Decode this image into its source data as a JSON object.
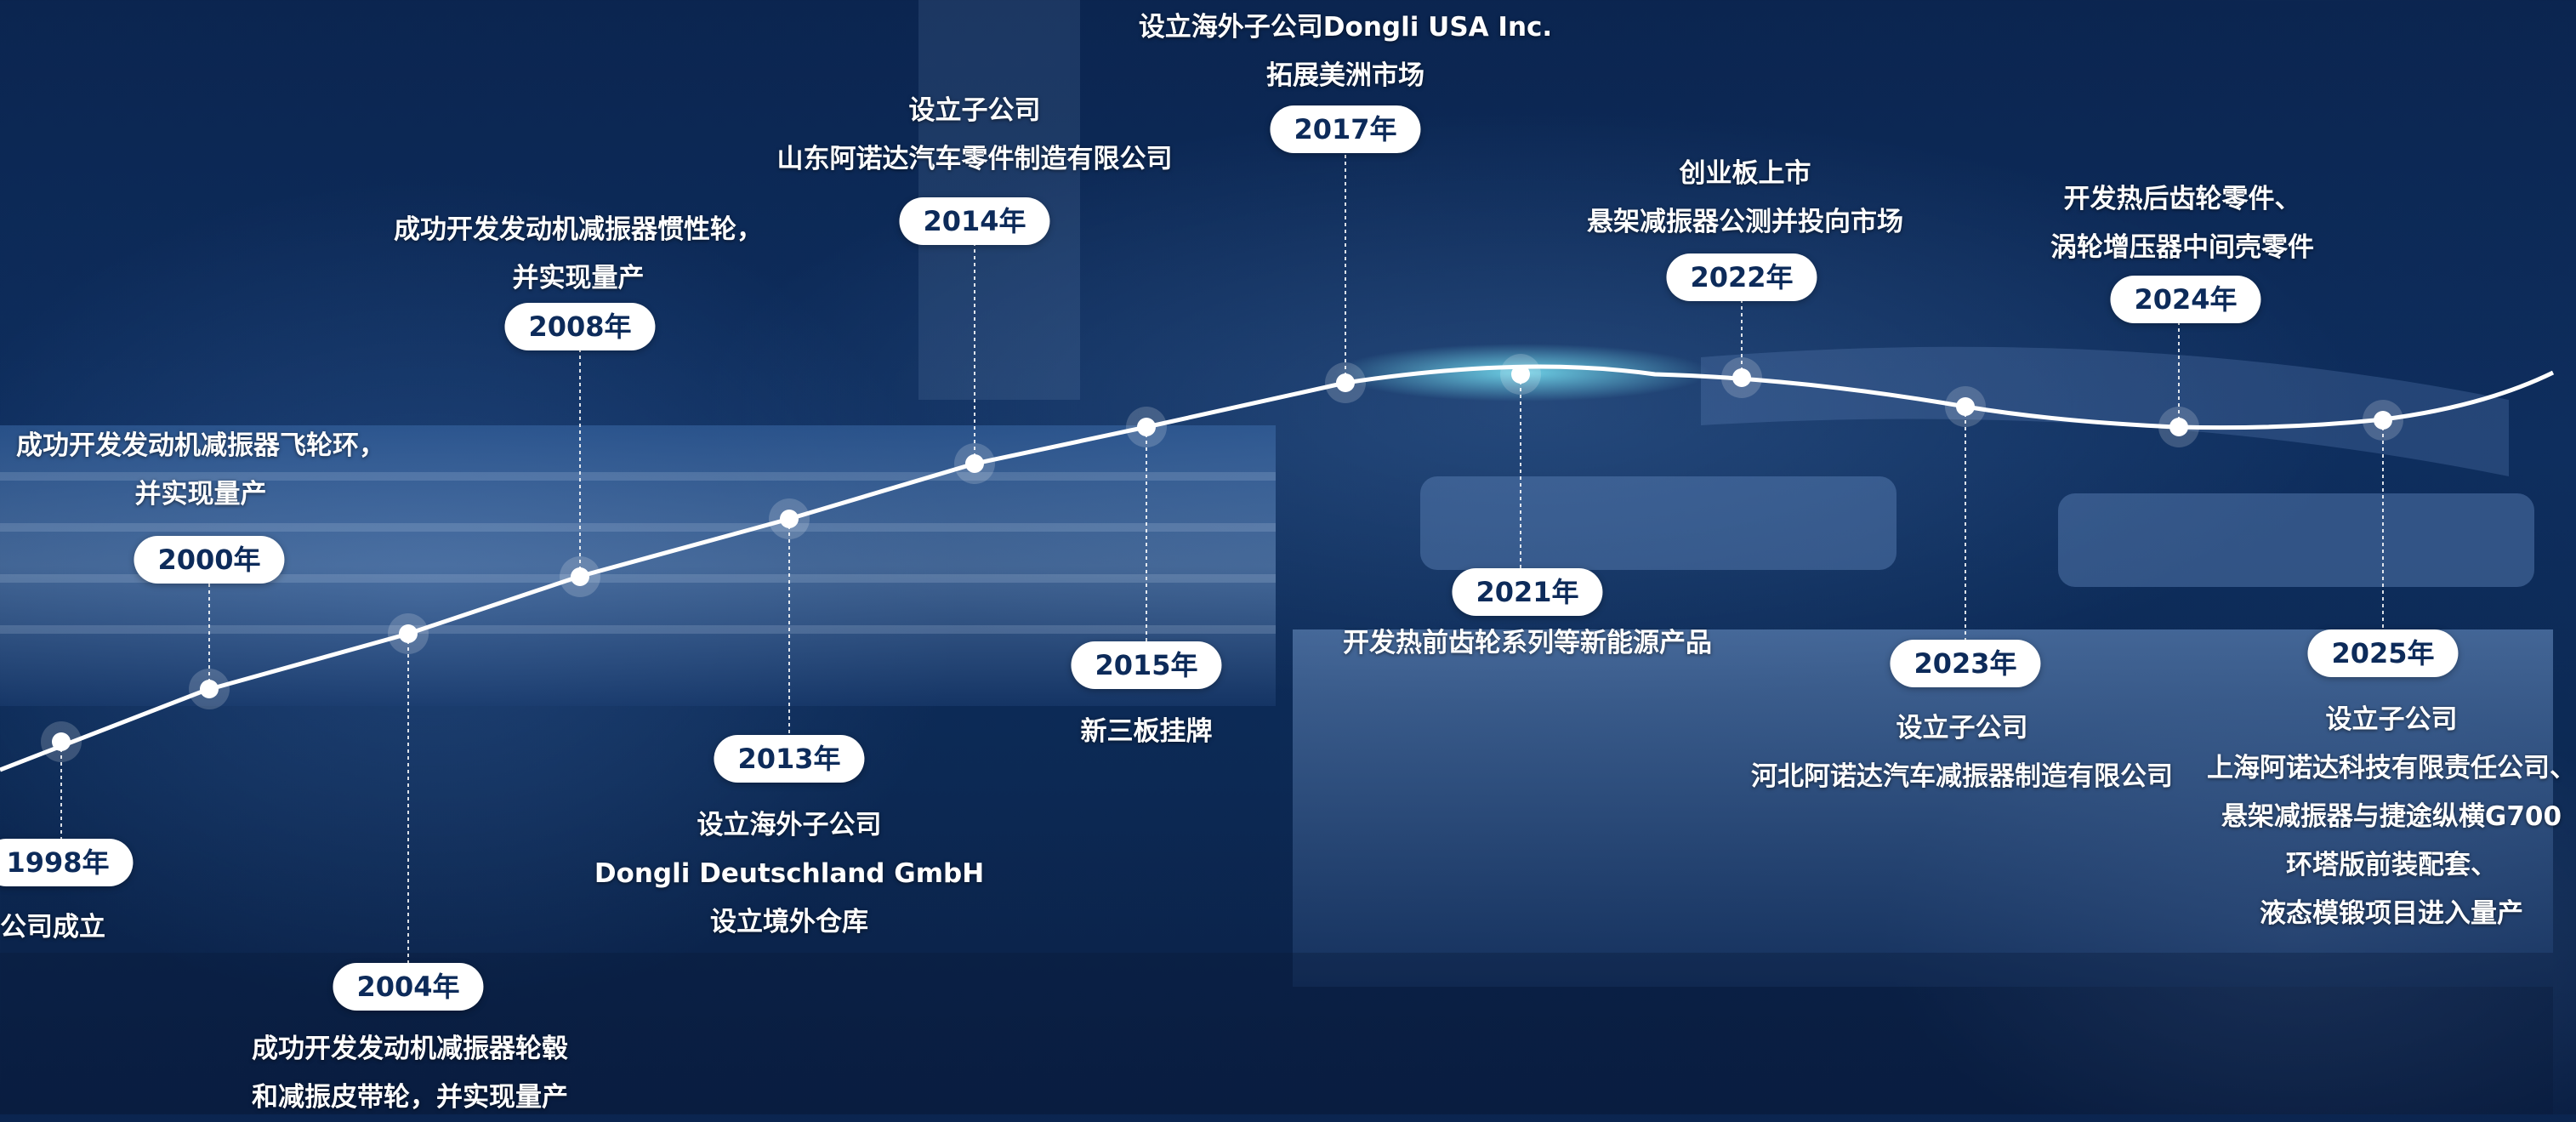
{
  "events": [
    {
      "year": "1998年",
      "lines": [
        "公司成立"
      ]
    },
    {
      "year": "2000年",
      "lines": [
        "成功开发发动机减振器飞轮环，",
        "并实现量产"
      ]
    },
    {
      "year": "2004年",
      "lines": [
        "成功开发发动机减振器轮毂",
        "和减振皮带轮，并实现量产"
      ]
    },
    {
      "year": "2008年",
      "lines": [
        "成功开发发动机减振器惯性轮，",
        "并实现量产"
      ]
    },
    {
      "year": "2013年",
      "lines": [
        "设立海外子公司",
        "Dongli Deutschland GmbH",
        "设立境外仓库"
      ]
    },
    {
      "year": "2014年",
      "lines": [
        "设立子公司",
        "山东阿诺达汽车零件制造有限公司"
      ]
    },
    {
      "year": "2015年",
      "lines": [
        "新三板挂牌"
      ]
    },
    {
      "year": "2017年",
      "lines": [
        "设立海外子公司Dongli USA Inc.",
        "拓展美洲市场"
      ]
    },
    {
      "year": "2021年",
      "lines": [
        "开发热前齿轮系列等新能源产品"
      ]
    },
    {
      "year": "2022年",
      "lines": [
        "创业板上市",
        "悬架减振器公测并投向市场"
      ]
    },
    {
      "year": "2023年",
      "lines": [
        "设立子公司",
        "河北阿诺达汽车减振器制造有限公司"
      ]
    },
    {
      "year": "2024年",
      "lines": [
        "开发热后齿轮零件、",
        "涡轮增压器中间壳零件"
      ]
    },
    {
      "year": "2025年",
      "lines": [
        "设立子公司",
        "上海阿诺达科技有限责任公司、",
        "悬架减振器与捷途纵横G700",
        "环塔版前装配套、",
        "液态模锻项目进入量产"
      ]
    }
  ]
}
